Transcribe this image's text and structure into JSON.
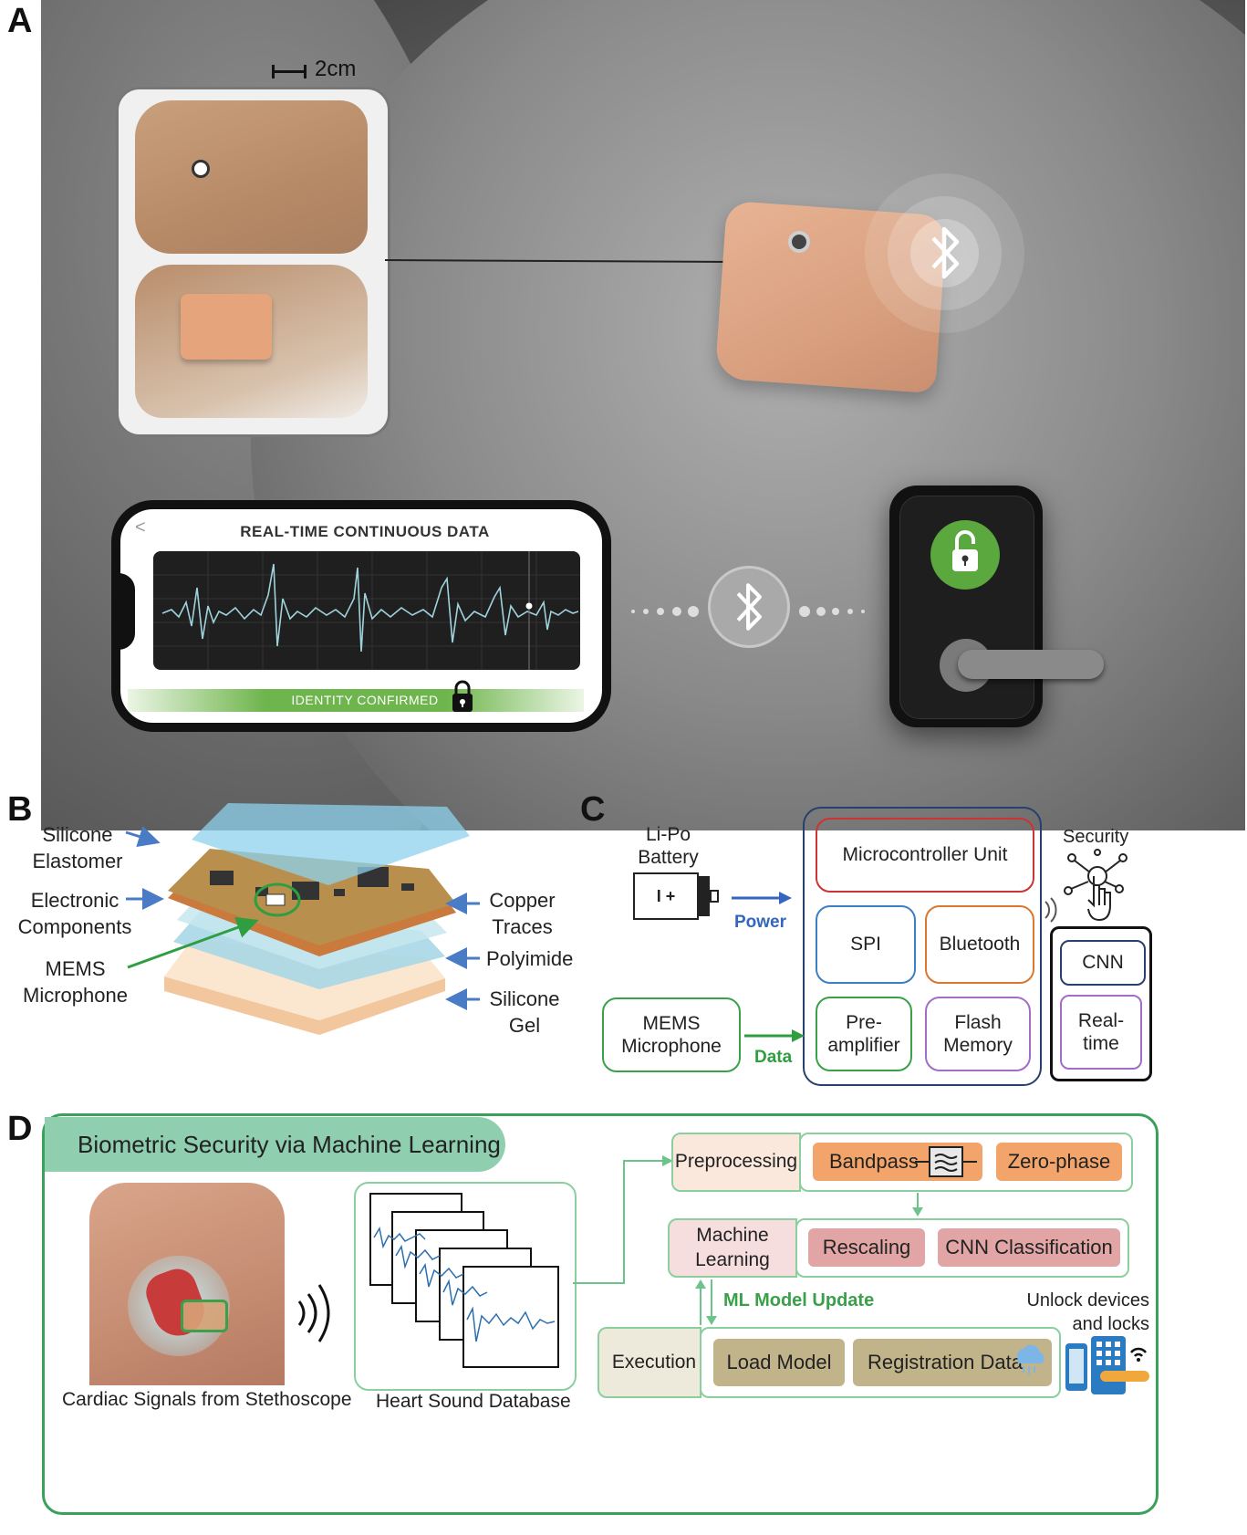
{
  "panels": {
    "a": "A",
    "b": "B",
    "c": "C",
    "d": "D"
  },
  "panel_a": {
    "scale_label": "2cm",
    "phone_title": "REAL-TIME CONTINUOUS DATA",
    "phone_back": "<",
    "identity_label": "IDENTITY CONFIRMED"
  },
  "panel_b": {
    "layers_left": [
      "Silicone Elastomer",
      "Electronic Components",
      "MEMS Microphone"
    ],
    "layers_right": [
      "Copper Traces",
      "Polyimide",
      "Silicone Gel"
    ]
  },
  "panel_c": {
    "battery": "Li-Po Battery",
    "battery_symbol": "I +",
    "power": "Power",
    "data": "Data",
    "mcu": "Microcontroller Unit",
    "spi": "SPI",
    "bluetooth": "Bluetooth",
    "preamp": "Pre-amplifier",
    "flash": "Flash Memory",
    "mems": "MEMS Microphone",
    "security": "Security",
    "cnn": "CNN",
    "realtime": "Real-time"
  },
  "panel_d": {
    "title": "Biometric Security via Machine Learning",
    "caption_left": "Cardiac Signals from Stethoscope",
    "caption_db": "Heart Sound Database",
    "preprocessing": "Preprocessing",
    "bandpass": "Bandpass",
    "zerophase": "Zero-phase",
    "ml": "Machine Learning",
    "rescaling": "Rescaling",
    "cnn_class": "CNN Classification",
    "ml_update": "ML Model Update",
    "unlock": "Unlock devices and locks",
    "execution": "Execution",
    "load_model": "Load Model",
    "registration": "Registration Data"
  },
  "colors": {
    "mcu_red": "#cc3333",
    "spi_blue": "#3b7fc4",
    "bt_orange": "#d9782e",
    "preamp_green": "#3aa04a",
    "flash_purple": "#a46cc9",
    "mems_green": "#3aa04a",
    "frame_navy": "#27406e",
    "power_blue": "#3466c0",
    "data_green": "#2e9e40",
    "d_border": "#3aa15a",
    "pre_fill": "#fbe8dc",
    "bandpass": "#f2a46a",
    "ml_fill": "#f6dede",
    "rescaling": "#e2a5a5",
    "exec_fill": "#eeeadb",
    "load": "#c2b48a"
  }
}
